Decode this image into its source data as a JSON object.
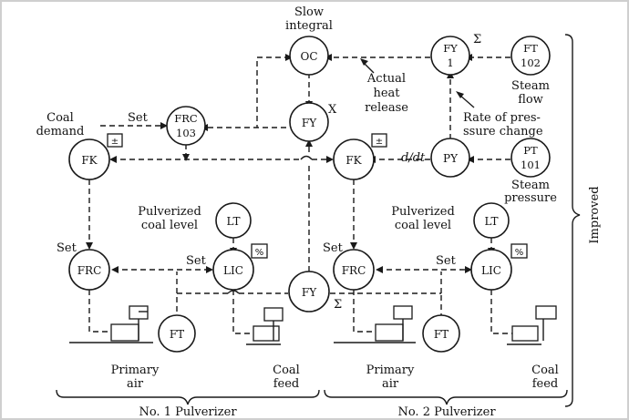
{
  "nodes": {
    "oc": "OC",
    "fy_sum_top": "FY",
    "fy_sum_bottom": "1",
    "ft102_top": "FT",
    "ft102_bottom": "102",
    "frc103_top": "FRC",
    "frc103_bottom": "103",
    "fy_mult": "FY",
    "fk_left": "FK",
    "fk_right": "FK",
    "py": "PY",
    "pt101_top": "PT",
    "pt101_bottom": "101",
    "lt_left": "LT",
    "lt_right": "LT",
    "frc_left": "FRC",
    "lic_left": "LIC",
    "frc_right": "FRC",
    "lic_right": "LIC",
    "fy_bottom": "FY",
    "ft_left": "FT",
    "ft_right": "FT"
  },
  "labels": {
    "slow_integral_1": "Slow",
    "slow_integral_2": "integral",
    "sigma_top": "Σ",
    "steam_flow_1": "Steam",
    "steam_flow_2": "flow",
    "actual_1": "Actual",
    "actual_2": "heat",
    "actual_3": "release",
    "x_mark": "X",
    "rate_1": "Rate of pres-",
    "rate_2": "ssure change",
    "coal_demand_1": "Coal",
    "coal_demand_2": "demand",
    "set_top": "Set",
    "pm_left": "±",
    "pm_right": "±",
    "ddt": "d/dt",
    "steam_pressure_1": "Steam",
    "steam_pressure_2": "pressure",
    "pulv_left_1": "Pulverized",
    "pulv_left_2": "coal level",
    "pulv_right_1": "Pulverized",
    "pulv_right_2": "coal level",
    "set_frc_left": "Set",
    "set_lic_left": "Set",
    "set_frc_right": "Set",
    "set_lic_right": "Set",
    "pct_left": "%",
    "pct_right": "%",
    "sigma_bottom": "Σ",
    "primary_air_left_1": "Primary",
    "primary_air_left_2": "air",
    "coal_feed_left_1": "Coal",
    "coal_feed_left_2": "feed",
    "primary_air_right_1": "Primary",
    "primary_air_right_2": "air",
    "coal_feed_right_1": "Coal",
    "coal_feed_right_2": "feed",
    "pulverizer_1": "No. 1 Pulverizer",
    "pulverizer_2": "No. 2 Pulverizer",
    "improved": "Improved"
  }
}
